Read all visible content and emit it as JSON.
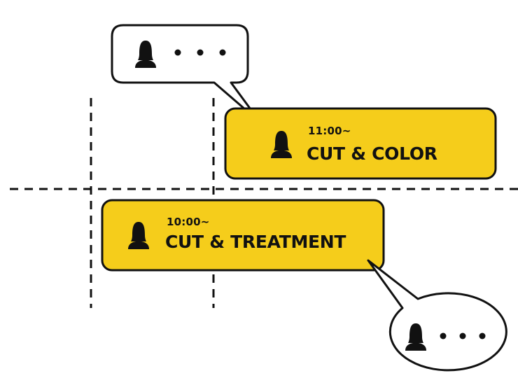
{
  "colors": {
    "card_fill": "#F5CD1B",
    "outline": "#111111",
    "background": "#FFFFFF"
  },
  "appointments": [
    {
      "time": "11:00~",
      "service": "CUT & COLOR",
      "icon": "person-icon"
    },
    {
      "time": "10:00~",
      "service": "CUT & TREATMENT",
      "icon": "person-icon"
    }
  ],
  "speech_bubbles": [
    {
      "icon": "person-icon",
      "content": "ellipsis-dots",
      "dot_count": 3
    },
    {
      "icon": "person-icon",
      "content": "ellipsis-dots",
      "dot_count": 3
    }
  ]
}
